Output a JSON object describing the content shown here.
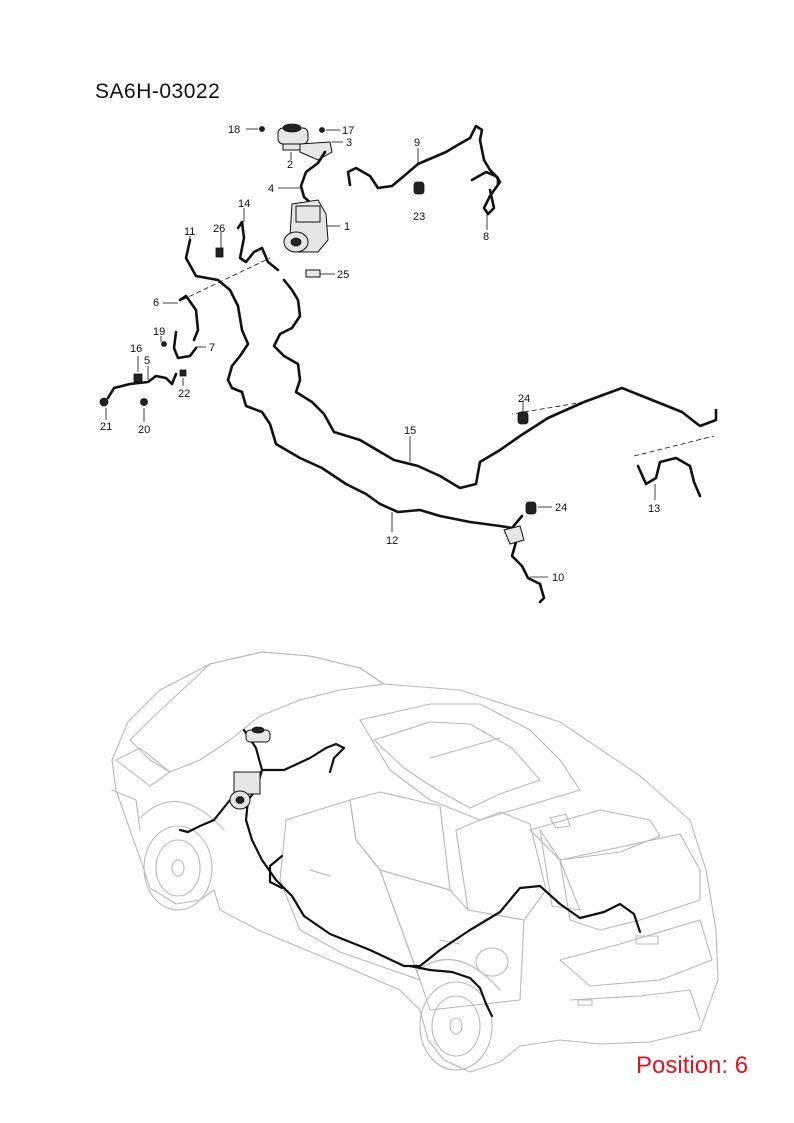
{
  "header": {
    "code": "SA6H-03022"
  },
  "footer": {
    "position": "Position: 6"
  },
  "callouts": [
    "1",
    "2",
    "3",
    "4",
    "5",
    "6",
    "7",
    "8",
    "9",
    "10",
    "11",
    "12",
    "13",
    "14",
    "15",
    "16",
    "17",
    "18",
    "19",
    "20",
    "21",
    "22",
    "23",
    "24",
    "24",
    "25",
    "26"
  ]
}
